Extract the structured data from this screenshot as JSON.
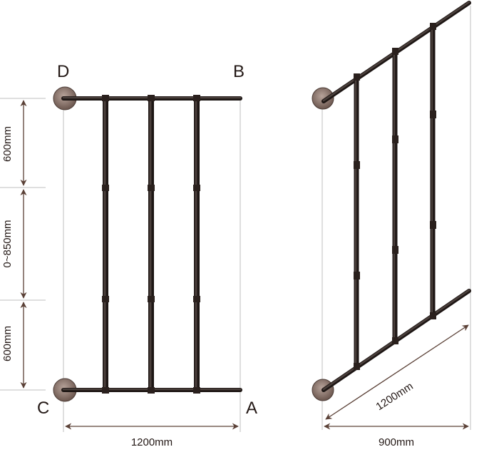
{
  "colors": {
    "bar": "#3a302c",
    "bar_edge": "#1d1614",
    "bracket_outer": "#6e5a52",
    "bracket_inner": "#a8948b",
    "guide": "#bfbfbf",
    "dim": "#5a4036",
    "text": "#231815"
  },
  "front_view": {
    "corners": {
      "top_left": "D",
      "top_right": "B",
      "bottom_left": "C",
      "bottom_right": "A"
    },
    "dims": {
      "upper": "600mm",
      "middle": "0~850mm",
      "lower": "600mm",
      "width": "1200mm"
    }
  },
  "perspective_view": {
    "dims": {
      "diagonal": "1200mm",
      "depth": "900mm"
    }
  }
}
